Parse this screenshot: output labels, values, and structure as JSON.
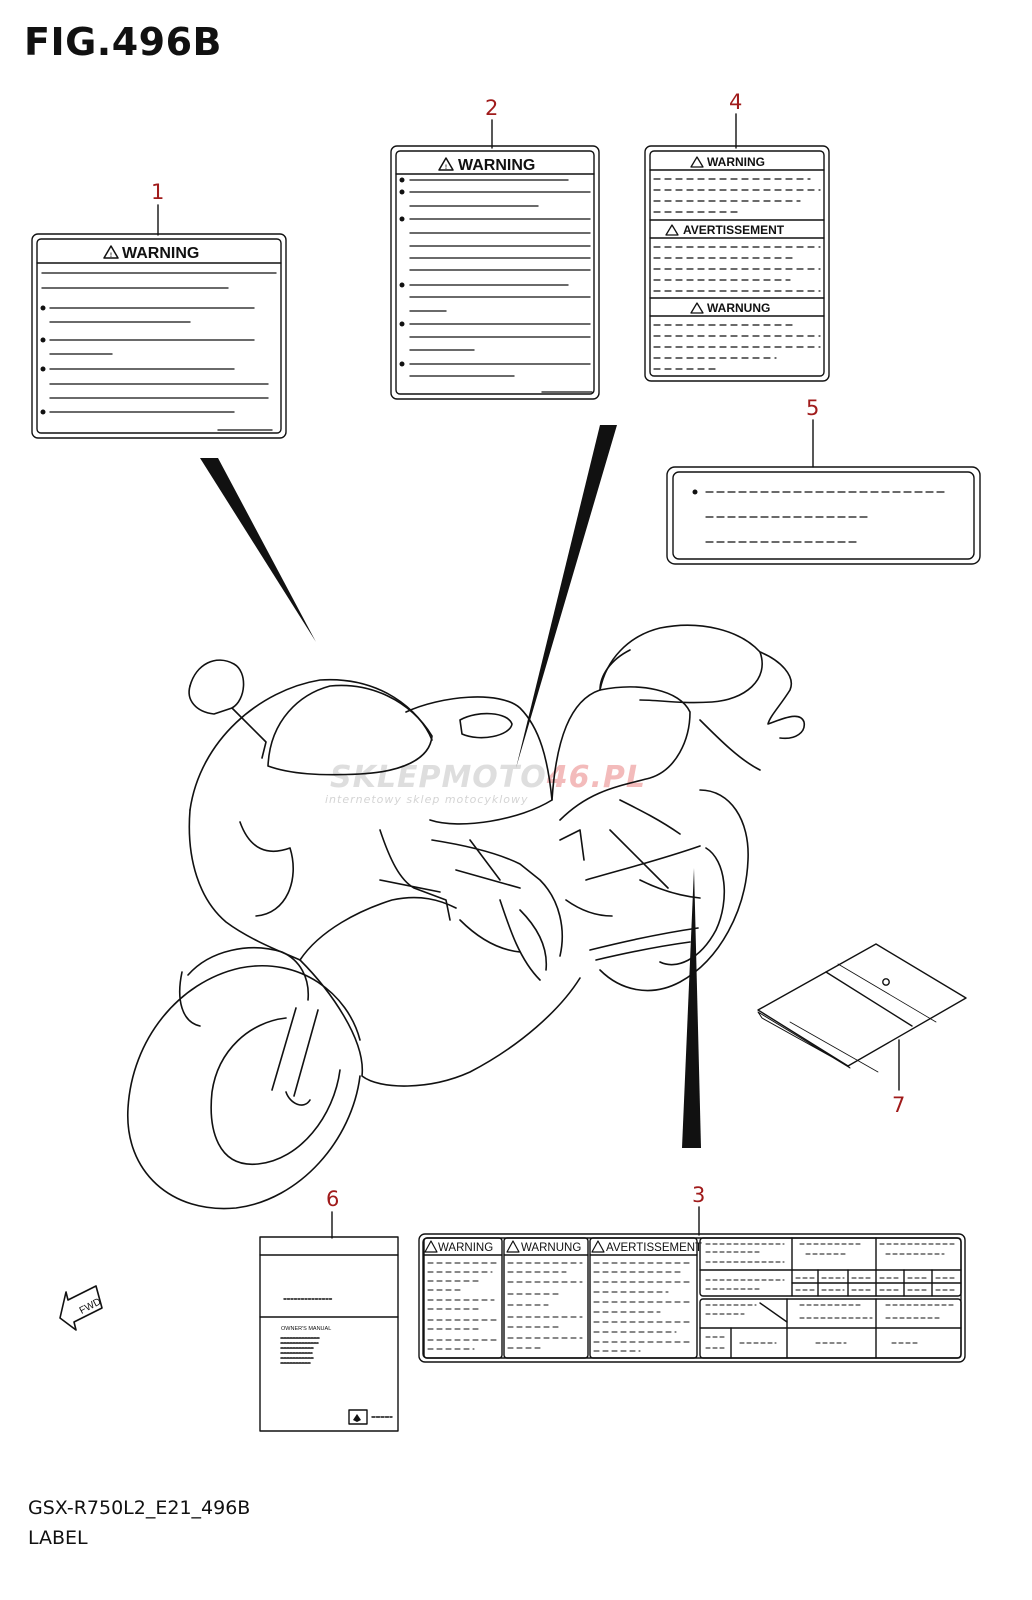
{
  "figure": {
    "title": "FIG.496B"
  },
  "callouts": [
    "1",
    "2",
    "3",
    "4",
    "5",
    "6",
    "7"
  ],
  "labels": {
    "warning": "WARNING",
    "avertissement": "AVERTISSEMENT",
    "warnung": "WARNUNG",
    "owners_manual": "OWNER'S MANUAL",
    "fwd": "FWD"
  },
  "watermark": {
    "brand_a": "SKLEP",
    "brand_b": "MOTO",
    "brand_c": "46.PL",
    "tagline": "internetowy sklep motocyklowy"
  },
  "footer": {
    "code": "GSX-R750L2_E21_496B",
    "section": "LABEL"
  }
}
